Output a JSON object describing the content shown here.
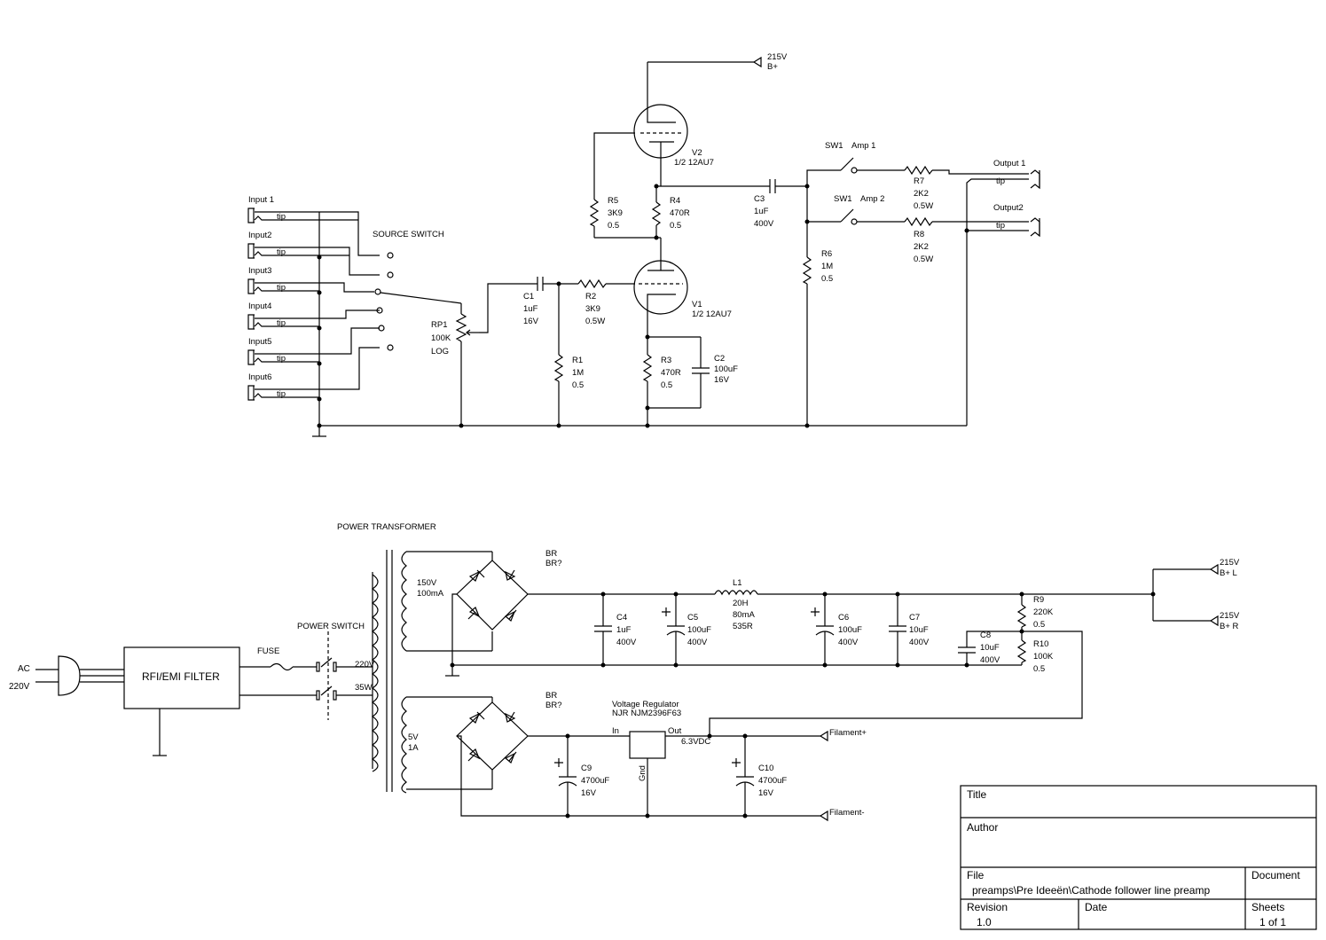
{
  "inputs": {
    "jacks": [
      {
        "name": "Input 1",
        "tip": "tip"
      },
      {
        "name": "Input2",
        "tip": "tip"
      },
      {
        "name": "Input3",
        "tip": "tip"
      },
      {
        "name": "Input4",
        "tip": "tip"
      },
      {
        "name": "Input5",
        "tip": "tip"
      },
      {
        "name": "Input6",
        "tip": "tip"
      }
    ],
    "source_switch": "SOURCE SWITCH"
  },
  "components": {
    "rp1": {
      "ref": "RP1",
      "value": "100K",
      "extra": "LOG"
    },
    "c1": {
      "ref": "C1",
      "value": "1uF",
      "extra": "16V"
    },
    "r1": {
      "ref": "R1",
      "value": "1M",
      "extra": "0.5"
    },
    "r2": {
      "ref": "R2",
      "value": "3K9",
      "extra": "0.5W"
    },
    "r3": {
      "ref": "R3",
      "value": "470R",
      "extra": "0.5"
    },
    "c2": {
      "ref": "C2",
      "value": "100uF",
      "extra": "16V"
    },
    "r4": {
      "ref": "R4",
      "value": "470R",
      "extra": "0.5"
    },
    "r5": {
      "ref": "R5",
      "value": "3K9",
      "extra": "0.5"
    },
    "v1": {
      "ref": "V1",
      "value": "1/2 12AU7"
    },
    "v2": {
      "ref": "V2",
      "value": "1/2 12AU7"
    },
    "c3": {
      "ref": "C3",
      "value": "1uF",
      "extra": "400V"
    },
    "r6": {
      "ref": "R6",
      "value": "1M",
      "extra": "0.5"
    },
    "r7": {
      "ref": "R7",
      "value": "2K2",
      "extra": "0.5W"
    },
    "r8": {
      "ref": "R8",
      "value": "2K2",
      "extra": "0.5W"
    },
    "sw1a": {
      "ref": "SW1",
      "label": "Amp 1"
    },
    "sw1b": {
      "ref": "SW1",
      "label": "Amp 2"
    },
    "out1": {
      "name": "Output 1",
      "tip": "tip"
    },
    "out2": {
      "name": "Output2",
      "tip": "tip"
    },
    "bplus_top": {
      "v": "215V",
      "n": "B+"
    }
  },
  "power": {
    "title": "POWER TRANSFORMER",
    "ac": "AC",
    "ac_v": "220V",
    "filter": "RFI/EMI FILTER",
    "fuse": "FUSE",
    "power_switch": "POWER SWITCH",
    "primary_v": "220V",
    "primary_w": "35W",
    "sec1_v": "150V",
    "sec1_i": "100mA",
    "sec2_v": "5V",
    "sec2_i": "1A",
    "br1": {
      "a": "BR",
      "b": "BR?"
    },
    "br2": {
      "a": "BR",
      "b": "BR?"
    },
    "c4": {
      "ref": "C4",
      "value": "1uF",
      "extra": "400V"
    },
    "c5": {
      "ref": "C5",
      "value": "100uF",
      "extra": "400V"
    },
    "l1": {
      "ref": "L1",
      "value": "20H",
      "extra1": "80mA",
      "extra2": "535R"
    },
    "c6": {
      "ref": "C6",
      "value": "100uF",
      "extra": "400V"
    },
    "c7": {
      "ref": "C7",
      "value": "10uF",
      "extra": "400V"
    },
    "c8": {
      "ref": "C8",
      "value": "10uF",
      "extra": "400V"
    },
    "r9": {
      "ref": "R9",
      "value": "220K",
      "extra": "0.5"
    },
    "r10": {
      "ref": "R10",
      "value": "100K",
      "extra": "0.5"
    },
    "bplus_l": {
      "v": "215V",
      "n": "B+ L"
    },
    "bplus_r": {
      "v": "215V",
      "n": "B+ R"
    },
    "regulator": {
      "title": "Voltage Regulator",
      "part": "NJR NJM2396F63",
      "in": "In",
      "out": "Out",
      "gnd": "Gnd",
      "vout": "6.3VDC"
    },
    "c9": {
      "ref": "C9",
      "value": "4700uF",
      "extra": "16V"
    },
    "c10": {
      "ref": "C10",
      "value": "4700uF",
      "extra": "16V"
    },
    "fil_plus": "Filament+",
    "fil_minus": "Filament-"
  },
  "title_block": {
    "title_label": "Title",
    "title_value": "",
    "author_label": "Author",
    "author_value": "",
    "file_label": "File",
    "file_value": "preamps\\Pre Ideeën\\Cathode follower line preamp",
    "document_label": "Document",
    "revision_label": "Revision",
    "revision_value": "1.0",
    "date_label": "Date",
    "date_value": "",
    "sheets_label": "Sheets",
    "sheets_value": "1 of 1"
  }
}
